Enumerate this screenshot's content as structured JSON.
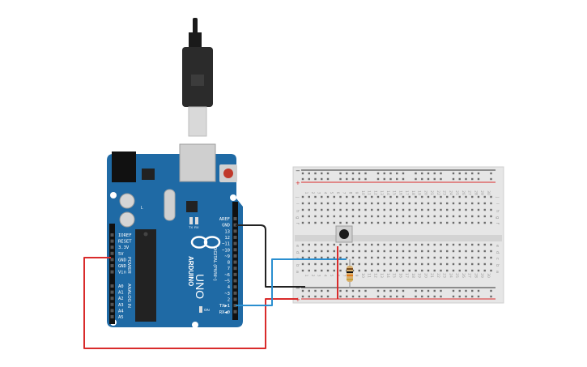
{
  "arduino": {
    "brand": "ARDUINO",
    "model": "UNO",
    "power_label": "POWER",
    "analog_label": "ANALOG IN",
    "digital_label": "DIGITAL (PWM~)",
    "on_label": "ON",
    "tx_label": "TX",
    "rx_label": "RX",
    "l_label": "L",
    "power_pins": [
      "IOREF",
      "RESET",
      "3.3V",
      "5V",
      "GND",
      "GND",
      "Vin"
    ],
    "analog_pins": [
      "A0",
      "A1",
      "A2",
      "A3",
      "A4",
      "A5"
    ],
    "digital_pins": [
      "AREF",
      "GND",
      "13",
      "12",
      "~11",
      "~10",
      "~9",
      "8",
      "7",
      "~6",
      "~5",
      "4",
      "~3",
      "2",
      "TX▶1",
      "RX◀0"
    ]
  },
  "breadboard": {
    "row_letters_top": [
      "j",
      "i",
      "h",
      "g",
      "f"
    ],
    "row_letters_bottom": [
      "e",
      "d",
      "c",
      "b",
      "a"
    ],
    "rail_plus": "+",
    "rail_minus": "−",
    "column_count": 30
  },
  "colors": {
    "board": "#1f6aa5",
    "wire_red": "#d92b2b",
    "wire_black": "#222222",
    "wire_blue": "#2a8fd0",
    "breadboard": "#e6e6e6"
  }
}
